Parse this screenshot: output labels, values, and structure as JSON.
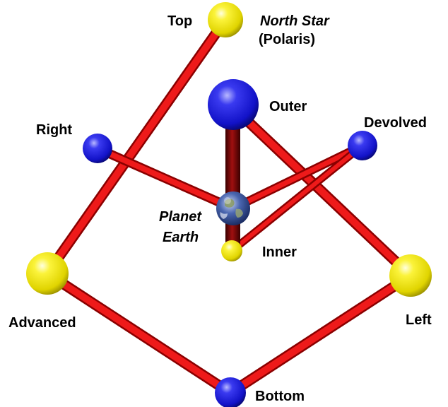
{
  "labels": {
    "top": "Top",
    "north_star": "North Star",
    "polaris": "(Polaris)",
    "outer": "Outer",
    "right": "Right",
    "devolved": "Devolved",
    "planet": "Planet",
    "earth": "Earth",
    "inner": "Inner",
    "advanced": "Advanced",
    "left": "Left",
    "bottom": "Bottom"
  },
  "colors": {
    "rod": "#e01010",
    "axis_rod": "#6a0000",
    "yellow_sphere": "#f2ea00",
    "blue_sphere": "#1414d0",
    "earth_ocean": "#1f3f8f",
    "earth_land": "#7a8a55"
  },
  "nodes": {
    "top": "yellow",
    "outer": "blue",
    "right": "blue",
    "devolved": "blue",
    "earth": "earth",
    "inner": "yellow",
    "advanced": "yellow",
    "left": "yellow",
    "bottom": "blue"
  }
}
